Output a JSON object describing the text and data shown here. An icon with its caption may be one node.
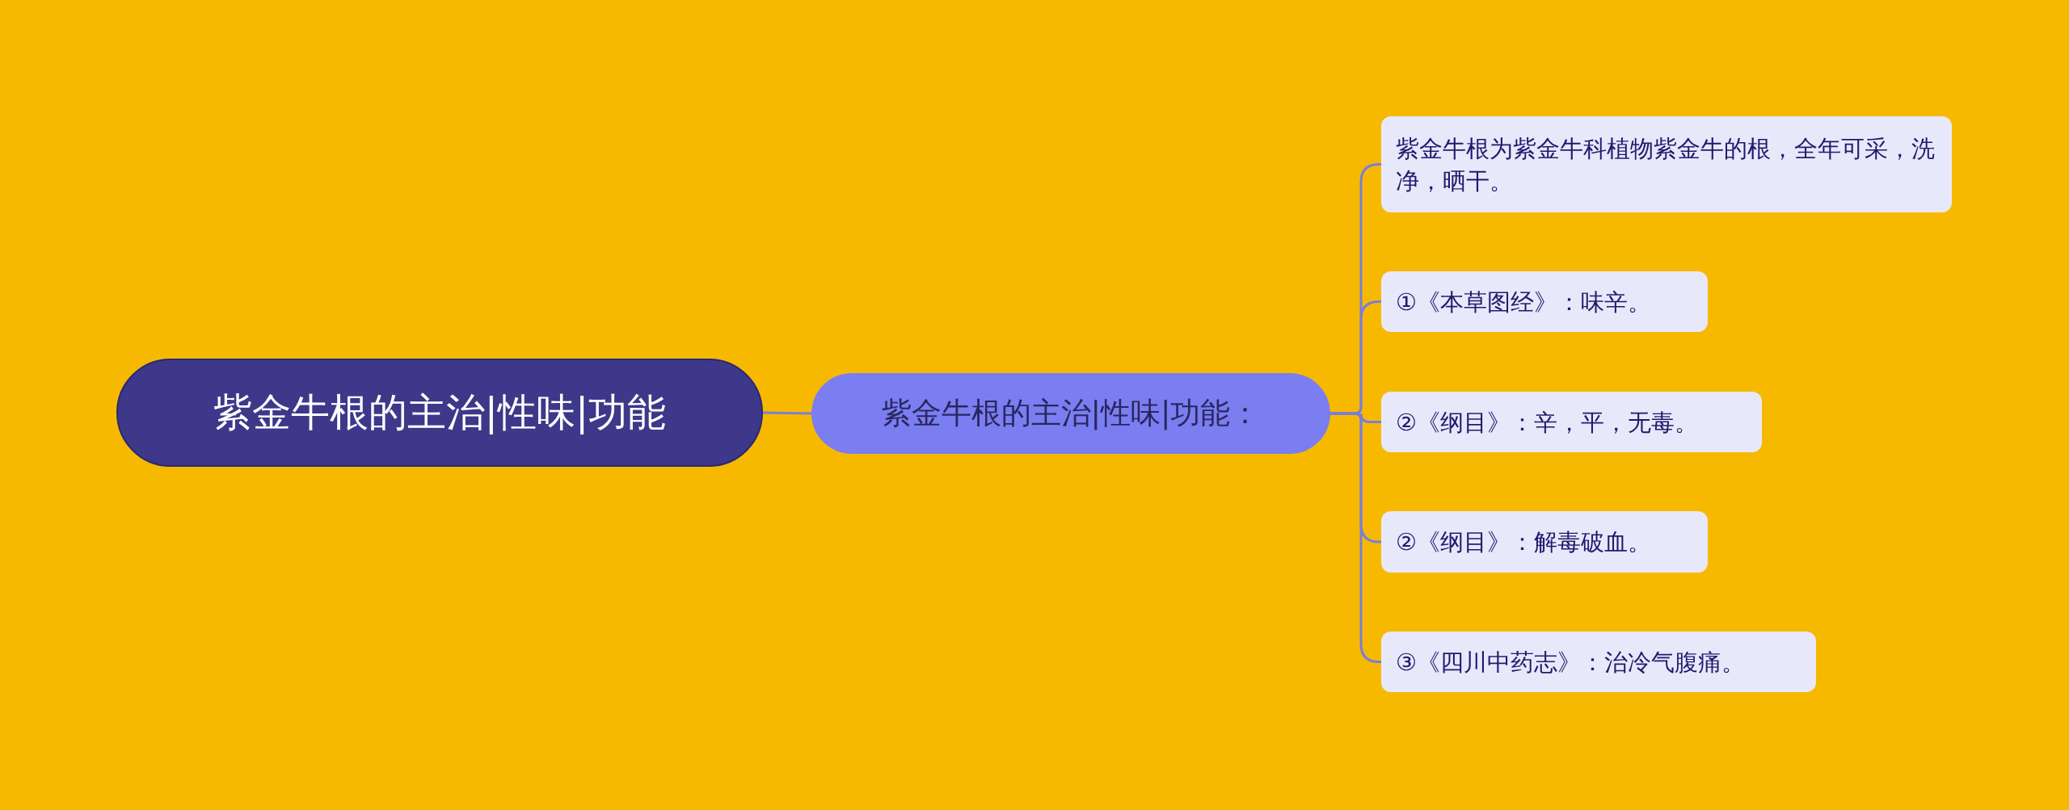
{
  "diagram": {
    "nodes": [
      {
        "text": [
          "紫金牛根的主治|性味|功能"
        ]
      },
      {
        "text": [
          "紫金牛根的主治|性味|功能："
        ]
      },
      {
        "text": [
          "紫金牛根为紫金牛科植物紫金牛的根，全年可采，洗净，晒干。"
        ]
      },
      {
        "text": [
          "①《本草图经》：味辛。"
        ]
      },
      {
        "text": [
          "②《纲目》：辛，平，无毒。"
        ]
      },
      {
        "text": [
          "②《纲目》：解毒破血。"
        ]
      },
      {
        "text": [
          "③《四川中药志》：治冷气腹痛。"
        ]
      }
    ],
    "edges": [
      {
        "from": 0,
        "to": 1,
        "arrow": "none"
      },
      {
        "from": 1,
        "to": 2,
        "arrow": "none"
      },
      {
        "from": 1,
        "to": 3,
        "arrow": "none"
      },
      {
        "from": 1,
        "to": 4,
        "arrow": "none"
      },
      {
        "from": 1,
        "to": 5,
        "arrow": "none"
      },
      {
        "from": 1,
        "to": 6,
        "arrow": "none"
      }
    ]
  }
}
